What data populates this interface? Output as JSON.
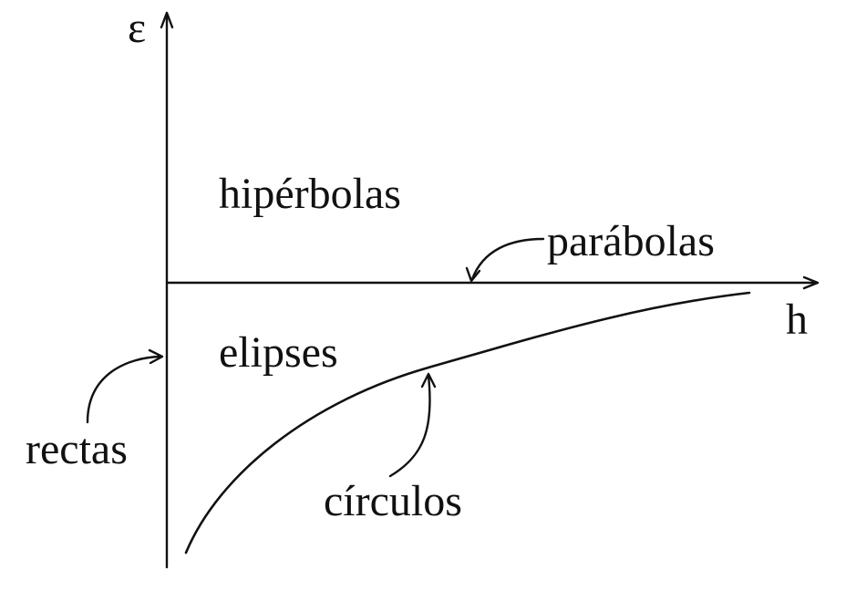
{
  "axes": {
    "y_label": "ε",
    "x_label": "h"
  },
  "regions": {
    "hyperbolas": "hipérbolas",
    "ellipses": "elipses"
  },
  "annotations": {
    "parabolas": "parábolas",
    "lines": "rectas",
    "circles": "círculos"
  }
}
